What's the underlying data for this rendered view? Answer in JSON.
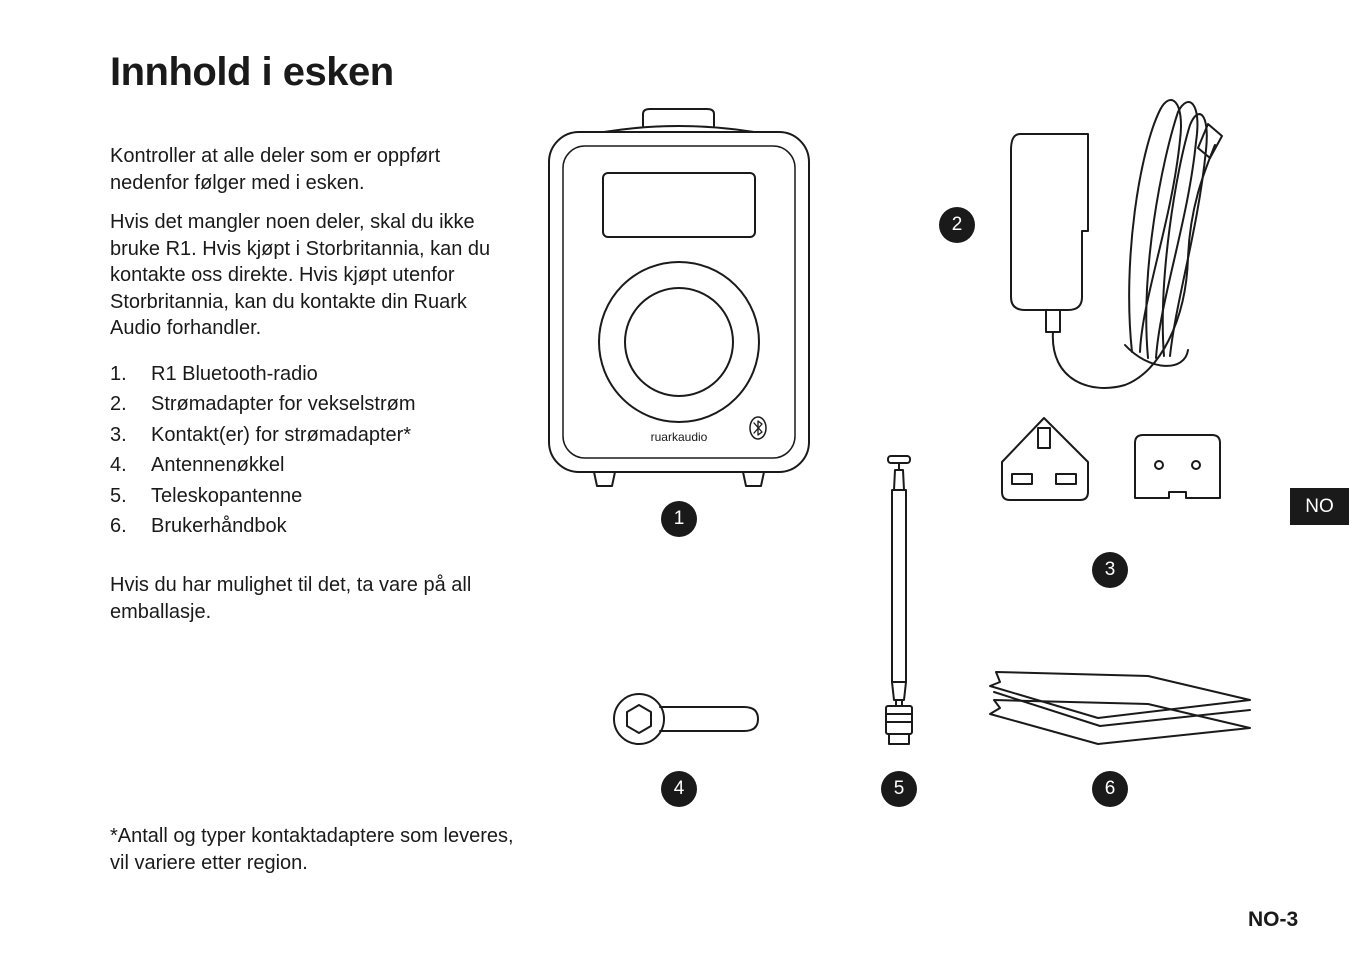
{
  "page": {
    "title": "Innhold i esken",
    "intro": "Kontroller at alle deler som er oppført nedenfor følger med i esken.",
    "missing_parts": "Hvis det mangler noen deler, skal du ikke bruke R1. Hvis kjøpt i Storbritannia, kan du kontakte oss direkte. Hvis kjøpt utenfor Storbritannia, kan du kontakte din Ruark Audio forhandler.",
    "items": [
      {
        "num": "1.",
        "label": "R1 Bluetooth-radio"
      },
      {
        "num": "2.",
        "label": "Strømadapter for vekselstrøm"
      },
      {
        "num": "3.",
        "label": "Kontakt(er) for strømadapter*"
      },
      {
        "num": "4.",
        "label": "Antennenøkkel"
      },
      {
        "num": "5.",
        "label": "Teleskopantenne"
      },
      {
        "num": "6.",
        "label": "Brukerhåndbok"
      }
    ],
    "packaging_note": "Hvis du har mulighet til det, ta vare på all emballasje.",
    "footnote": "*Antall og typer kontaktadaptere som leveres, vil variere etter region.",
    "language_tab": "NO",
    "page_number": "NO-3"
  },
  "illustration": {
    "radio_brand": "ruarkaudio",
    "badges": [
      "1",
      "2",
      "3",
      "4",
      "5",
      "6"
    ]
  },
  "colors": {
    "text": "#1a1a1a",
    "badge_bg": "#1a1a1a",
    "badge_text": "#ffffff",
    "page_bg": "#ffffff"
  }
}
